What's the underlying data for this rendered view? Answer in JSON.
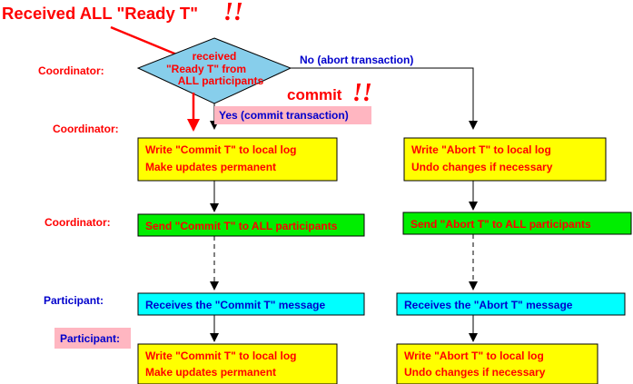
{
  "annotation": {
    "received_all_ready": "Received ALL \"Ready T\"",
    "commit": "commit",
    "exclaim": "!!"
  },
  "row_labels": {
    "coordinator_1": "Coordinator:",
    "coordinator_2": "Coordinator:",
    "coordinator_3": "Coordinator:",
    "participant_1": "Participant:",
    "participant_2": "Participant:"
  },
  "decision": {
    "line1": "received",
    "line2": "\"Ready T\" from",
    "line3": "ALL participants"
  },
  "branches": {
    "no": "No (abort transaction)",
    "yes": "Yes (commit transaction)"
  },
  "commit_path": {
    "local_log_1": {
      "line1": "Write \"Commit T\" to local log",
      "line2": "Make updates permanent"
    },
    "send": "Send \"Commit T\" to ALL participants",
    "receive": "Receives the \"Commit T\" message",
    "local_log_2": {
      "line1": "Write \"Commit T\" to local log",
      "line2": "Make updates permanent"
    }
  },
  "abort_path": {
    "local_log_1": {
      "line1": "Write \"Abort T\" to local log",
      "line2": "Undo changes if necessary"
    },
    "send": "Send \"Abort T\" to ALL participants",
    "receive": "Receives the \"Abort T\" message",
    "local_log_2": {
      "line1": "Write \"Abort T\" to local log",
      "line2": "Undo changes if necessary"
    }
  },
  "colors": {
    "log_box": "#ffff00",
    "send_box": "#00ee00",
    "receive_box": "#00ffff",
    "decision": "#87ceeb",
    "highlight": "#ffb6c1",
    "label_red": "#ff0000",
    "label_blue": "#0000cc"
  }
}
